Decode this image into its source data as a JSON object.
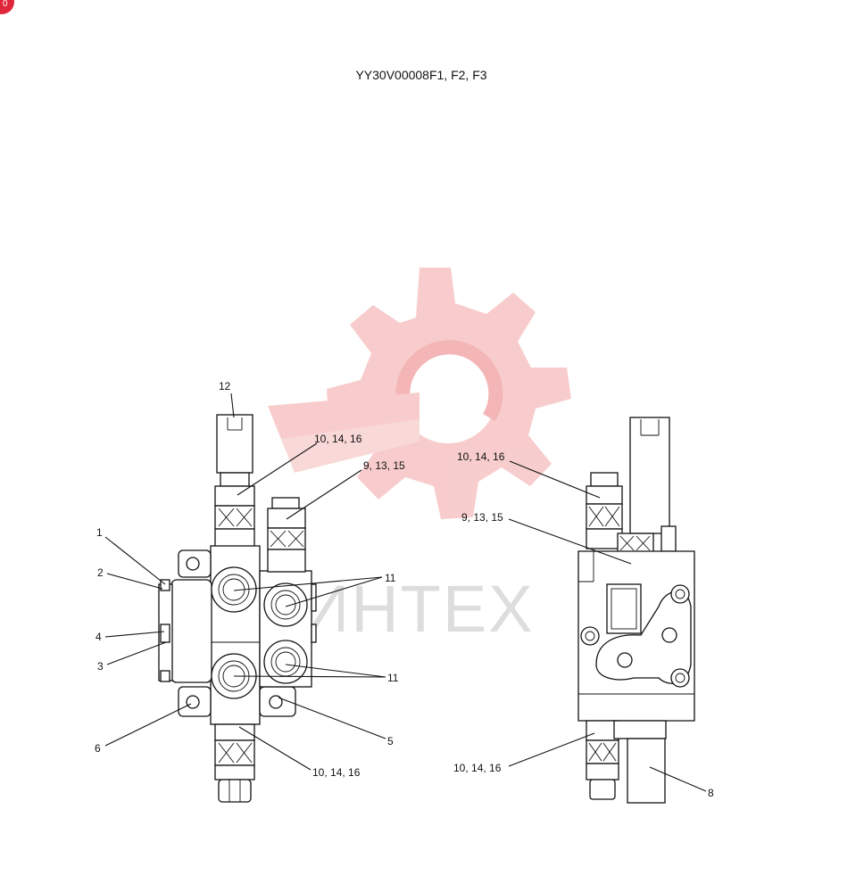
{
  "title": "YY30V00008F1, F2, F3",
  "watermark": {
    "text": "ИНТЕХ",
    "gear_color": "#f7c4c4",
    "ring_color": "#f2a9a9"
  },
  "corner_badge": {
    "color": "#e0263a",
    "text": "0"
  },
  "left_view": {
    "callouts": {
      "c12": "12",
      "c10_top": "10, 14, 16",
      "c9": "9, 13, 15",
      "c1": "1",
      "c2": "2",
      "c4": "4",
      "c3": "3",
      "c11_a": "11",
      "c11_b": "11",
      "c6": "6",
      "c5": "5",
      "c10_bottom": "10, 14, 16"
    }
  },
  "right_view": {
    "callouts": {
      "c10_top": "10, 14, 16",
      "c9": "9, 13, 15",
      "c10_bottom": "10, 14, 16",
      "c8": "8"
    }
  }
}
